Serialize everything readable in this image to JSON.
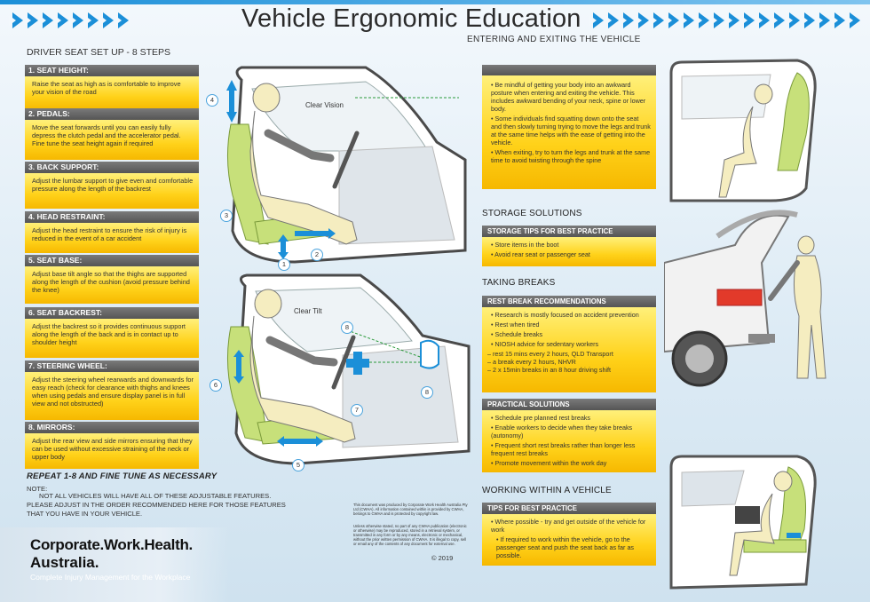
{
  "header": {
    "title": "Vehicle Ergonomic Education",
    "subtitle": "ENTERING AND EXITING THE VEHICLE",
    "steps_heading": "DRIVER SEAT SET UP - 8 STEPS"
  },
  "steps": [
    {
      "title": "1. SEAT HEIGHT:",
      "text": "Raise the seat as high as is comfortable to improve your vision of the road"
    },
    {
      "title": "2. PEDALS:",
      "text": "Move the seat forwards until you can easily fully depress the clutch pedal and the accelerator pedal. Fine tune the seat height again if required"
    },
    {
      "title": "3. BACK SUPPORT:",
      "text": "Adjust the lumbar support to give even and comfortable pressure along the length of the backrest"
    },
    {
      "title": "4. HEAD RESTRAINT:",
      "text": "Adjust the head restraint to ensure the risk of injury is reduced in the event of a car accident"
    },
    {
      "title": "5. SEAT BASE:",
      "text": "Adjust base tilt angle so that the thighs are supported along the length of the cushion (avoid pressure behind the knee)"
    },
    {
      "title": "6. SEAT BACKREST:",
      "text": "Adjust the backrest so it provides continuous support along the length of the back and is in contact up to shoulder height"
    },
    {
      "title": "7. STEERING WHEEL:",
      "text": "Adjust the steering wheel rearwards and downwards for easy reach (check for clearance with thighs and knees when using pedals and ensure display panel is in full view and not obstructed)"
    },
    {
      "title": "8. MIRRORS:",
      "text": "Adjust the rear view and side mirrors ensuring that they can be used without excessive straining of the neck or upper body"
    }
  ],
  "repeat": "REPEAT 1-8 AND FINE TUNE AS NECESSARY",
  "note": {
    "label": "NOTE:",
    "line1": "NOT ALL VEHICLES WILL HAVE ALL OF THESE ADJUSTABLE FEATURES.",
    "line2": "PLEASE ADJUST IN THE ORDER RECOMMENDED HERE FOR THOSE FEATURES",
    "line3": "THAT YOU HAVE IN YOUR VEHICLE."
  },
  "diagram": {
    "clear_vision": "Clear Vision",
    "clear_tilt": "Clear Tilt",
    "callouts_top": [
      "4",
      "3",
      "1",
      "2"
    ],
    "callouts_bottom": [
      "8",
      "6",
      "7",
      "8",
      "5"
    ]
  },
  "logo": {
    "line1": "Corporate.Work.Health.",
    "line2": "Australia.",
    "tagline": "Complete Injury Management for the Workplace"
  },
  "fine_print": {
    "para1": "This document was produced by Corporate Work Health Australia Pty Ltd (CWHA). All information contained within is provided by CWHA, belongs to CWHA and is protected by copyright law.",
    "para2": "Unless otherwise stated, no part of any CWHA publication (electronic or otherwise) may be reproduced, stored in a retrieval system, or transmitted in any form or by any means, electronic or mechanical, without the prior written permission of CWHA. It is illegal to copy, sell or email any of the contents of any document for external use."
  },
  "copyright": "© 2019",
  "entering": {
    "items": [
      "Be mindful of getting your body into an awkward posture when entering and exiting the vehicle. This includes awkward bending of your neck, spine or lower body.",
      "Some individuals find squatting down onto the seat and then slowly turning trying to move the legs and trunk at the same time helps with the ease of getting into the vehicle.",
      "When exiting, try to turn the legs and trunk at the same time to avoid twisting through the spine"
    ]
  },
  "storage": {
    "section": "STORAGE SOLUTIONS",
    "header": "STORAGE TIPS FOR BEST PRACTICE",
    "items": [
      "Store items in the boot",
      "Avoid rear seat or passenger seat"
    ]
  },
  "breaks": {
    "section": "TAKING BREAKS",
    "header": "REST BREAK RECOMMENDATIONS",
    "items": [
      "Research is mostly focused on accident prevention",
      "Rest when tired",
      "Schedule breaks",
      "NIOSH advice for sedentary workers",
      "– rest 15 mins every 2 hours, QLD Transport",
      "– a break every 2 hours, NHVR",
      "– 2 x 15min breaks in an 8 hour driving shift"
    ]
  },
  "practical": {
    "header": "PRACTICAL SOLUTIONS",
    "items": [
      "Schedule pre planned rest breaks",
      "Enable workers to decide when they take breaks (autonomy)",
      "Frequent short rest breaks rather than longer less frequent rest breaks",
      "Promote movement within the work day"
    ]
  },
  "working": {
    "section": "WORKING WITHIN A VEHICLE",
    "header": "TIPS FOR BEST PRACTICE",
    "items": [
      "Where possible - try and get outside of the vehicle for work",
      "If required to work within the vehicle, go to the passenger seat and push the seat back as far as possible."
    ]
  },
  "colors": {
    "accent_blue": "#1b8fd8",
    "box_header": "#5e5e5e",
    "box_yellow": "#ffd21a"
  }
}
